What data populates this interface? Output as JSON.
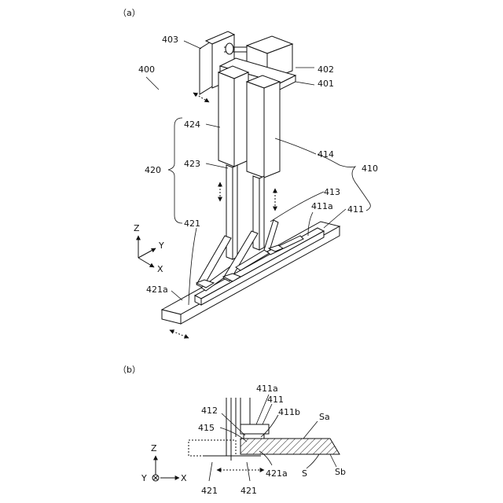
{
  "panels": {
    "a": "（a）",
    "b": "（b）"
  },
  "labels_a": {
    "l403": "403",
    "l402": "402",
    "l401": "401",
    "l400": "400",
    "l424": "424",
    "l423": "423",
    "l420": "420",
    "l414": "414",
    "l410": "410",
    "l413": "413",
    "l411a": "411a",
    "l411": "411",
    "l421": "421",
    "l421a": "421a"
  },
  "axes_a": {
    "z": "Z",
    "y": "Y",
    "x": "X"
  },
  "labels_b": {
    "l411a": "411a",
    "l411": "411",
    "l412": "412",
    "l411b": "411b",
    "l415": "415",
    "lSa": "Sa",
    "l421a": "421a",
    "lS": "S",
    "lSb": "Sb",
    "l421_left": "421",
    "l421_right": "421"
  },
  "axes_b": {
    "z": "Z",
    "y": "Y",
    "x": "X"
  }
}
